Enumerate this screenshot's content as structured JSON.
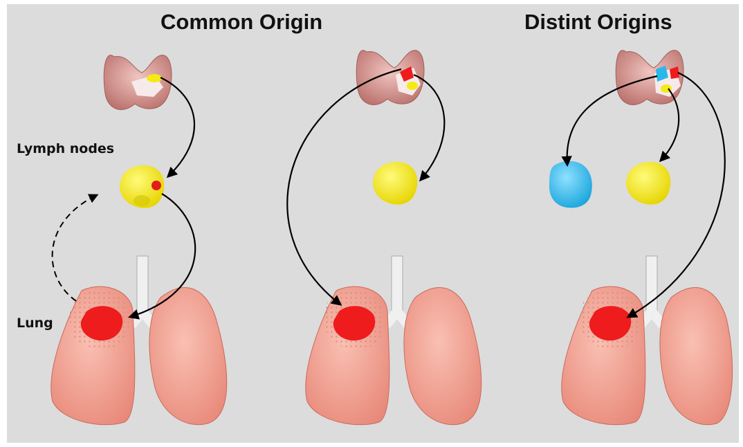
{
  "titles": {
    "common": "Common Origin",
    "distinct": "Distint Origins"
  },
  "labels": {
    "lymph_nodes": "Lymph nodes",
    "lung": "Lung"
  },
  "colors": {
    "background": "#dcdcdc",
    "thyroid": "#d99a96",
    "lung": "#f2a99a",
    "tumor_red": "#ee1c1c",
    "node_yellow": "#f5ea14",
    "node_blue": "#2ab8ec",
    "arrow": "#000000"
  }
}
